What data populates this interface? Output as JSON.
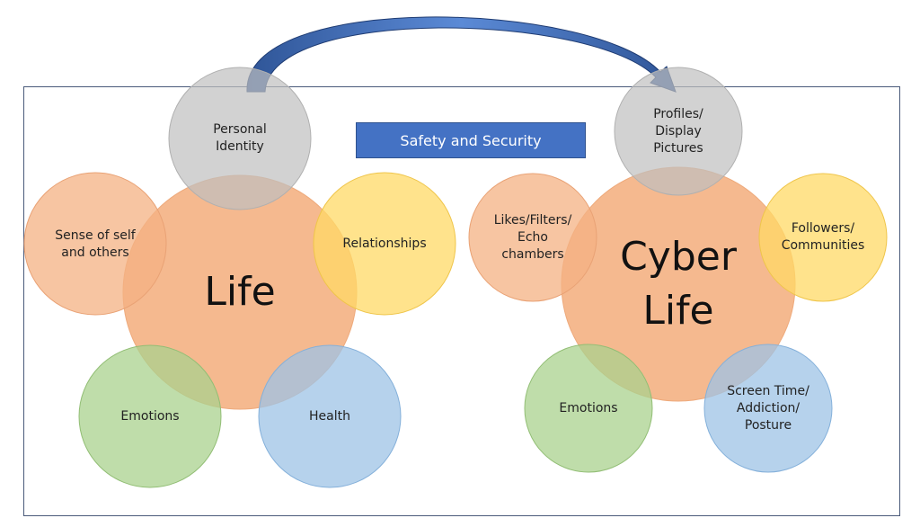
{
  "banner": {
    "label": "Safety and Security"
  },
  "life": {
    "center": "Life",
    "identity": "Personal\nIdentity",
    "self": "Sense of self\nand others",
    "relationships": "Relationships",
    "emotions": "Emotions",
    "health": "Health"
  },
  "cyber": {
    "center": "Cyber\nLife",
    "profiles": "Profiles/\nDisplay\nPictures",
    "likes": "Likes/Filters/\nEcho\nchambers",
    "followers": "Followers/\nCommunities",
    "emotions": "Emotions",
    "screen": "Screen Time/\nAddiction/\nPosture"
  },
  "colors": {
    "orange": "#f4b183",
    "orange_stroke": "#e9a275",
    "grey": "#bfbfbf",
    "yellow": "#ffd966",
    "green": "#a9d18e",
    "blue": "#9dc3e6",
    "arrow": "#4472c4",
    "arrow_dark": "#2f528f"
  }
}
